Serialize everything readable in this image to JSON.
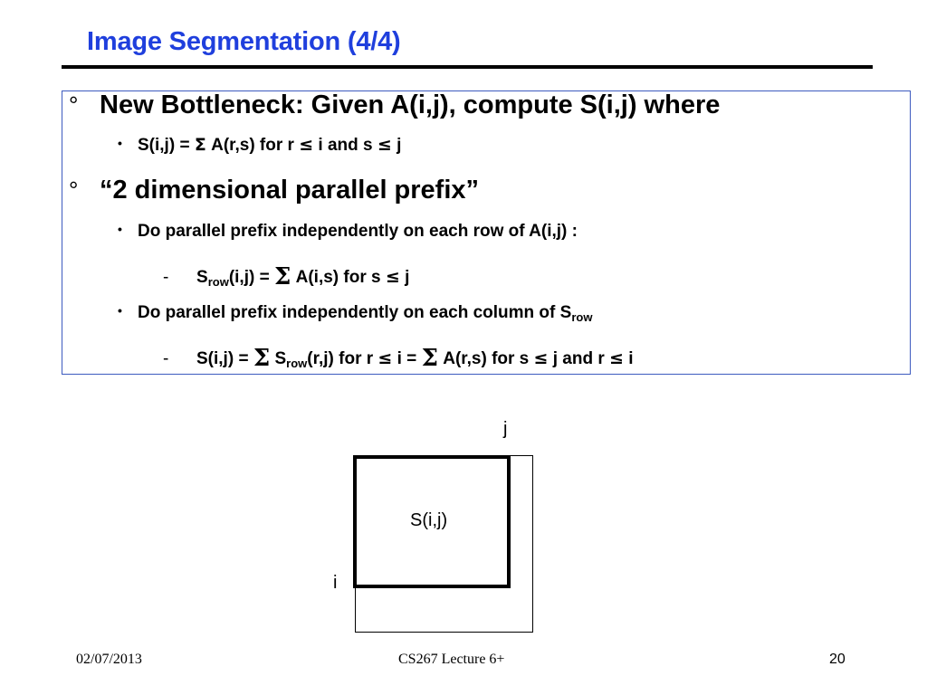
{
  "slide": {
    "title": "Image Segmentation (4/4)",
    "bullets": {
      "b1": {
        "text": "New Bottleneck: Given A(i,j), compute  S(i,j) where",
        "sub1": {
          "lhs": "S(i,j) = ",
          "sigma": "Σ",
          "rest1": " A(r,s) for  r ",
          "le1": "≤",
          "mid": " i and  s ",
          "le2": "≤",
          "end": " j"
        }
      },
      "b2": {
        "text": "“2 dimensional parallel prefix”",
        "sub1": "Do parallel prefix independently on each row of A(i,j) :",
        "subsub1": {
          "s": "S",
          "row": "row",
          "eq": "(i,j) = ",
          "sigma": "Σ",
          "rest": " A(i,s) for s ",
          "le": "≤",
          "end": " j"
        },
        "sub2": {
          "text": "Do parallel prefix independently on each column of S",
          "row": "row"
        },
        "subsub2": {
          "lhs": "S(i,j) = ",
          "sigma1": "Σ",
          "s": " S",
          "row": "row",
          "part2": "(r,j)  for r ",
          "le1": "≤",
          "part3": " i  = ",
          "sigma2": "Σ",
          "part4": " A(r,s) for s ",
          "le2": "≤",
          "part5": " j and  r ",
          "le3": "≤",
          "part6": " i"
        }
      }
    },
    "bullet_markers": {
      "level1": "°",
      "level2": "•",
      "level3": "-"
    },
    "diagram": {
      "box_label": "S(i,j)",
      "j_label": "j",
      "i_label": "i"
    },
    "footer": {
      "date": "02/07/2013",
      "course": "CS267 Lecture 6+",
      "page": "20"
    }
  }
}
